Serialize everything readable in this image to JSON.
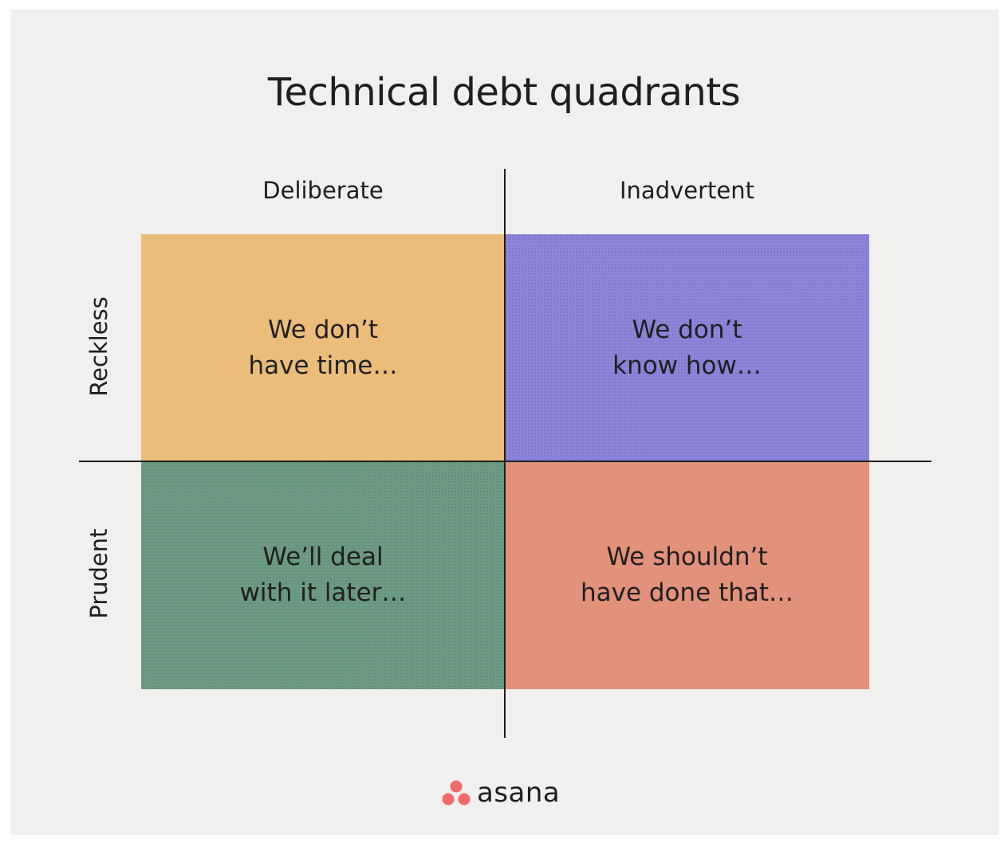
{
  "title": "Technical debt quadrants",
  "columns": {
    "left": "Deliberate",
    "right": "Inadvertent"
  },
  "rows": {
    "top": "Reckless",
    "bottom": "Prudent"
  },
  "quadrants": {
    "top_left": {
      "text": "We don’t\nhave time…",
      "color": "#ebbd7a"
    },
    "top_right": {
      "text": "We don’t\nknow how…",
      "color": "#8c85db"
    },
    "bottom_left": {
      "text": "We’ll deal\nwith it later…",
      "color": "#6d9c84"
    },
    "bottom_right": {
      "text": "We shouldn’t\nhave done that…",
      "color": "#e2917a"
    }
  },
  "logo": {
    "wordmark": "asana",
    "icon": "asana-dots-icon",
    "color": "#f06a6a"
  }
}
